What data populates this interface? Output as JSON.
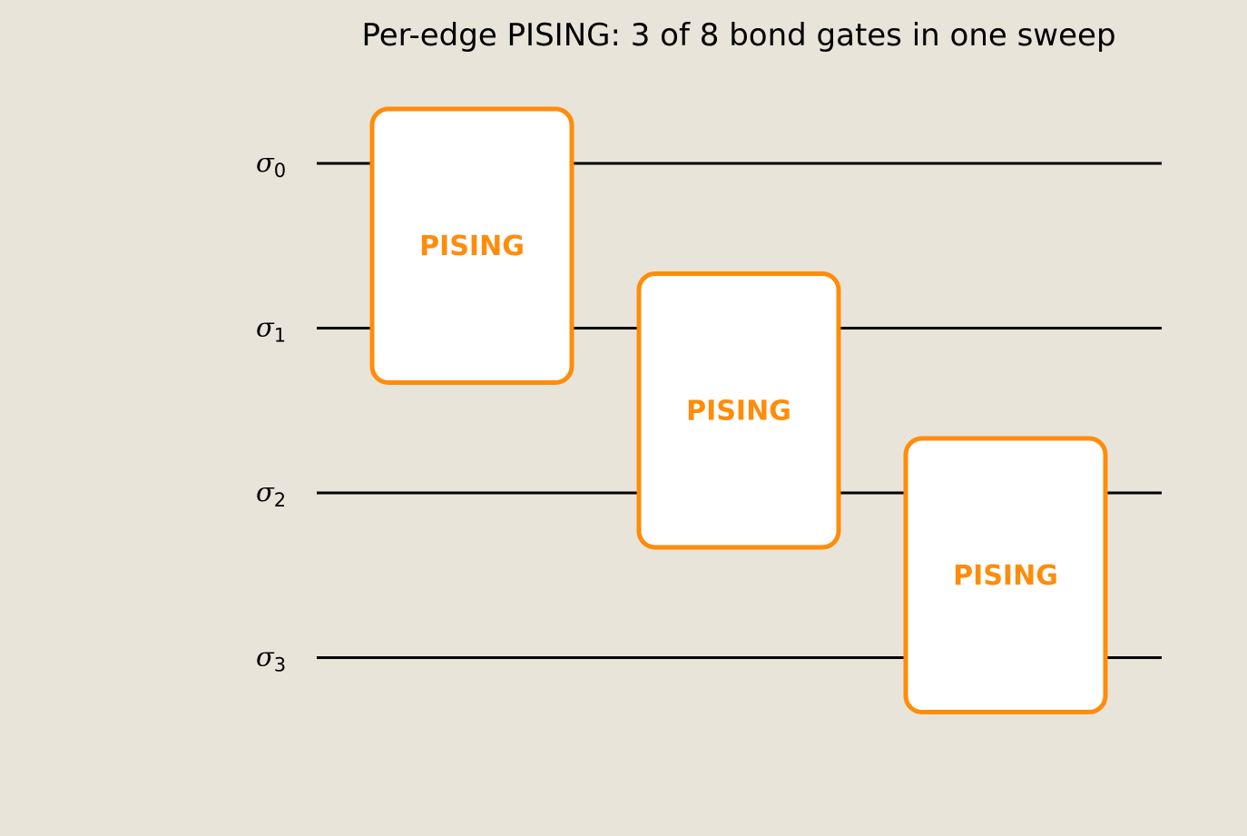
{
  "title": "Per-edge PISING: 3 of 8 bond gates in one sweep",
  "qubits": [
    {
      "symbol": "σ",
      "index": "0"
    },
    {
      "symbol": "σ",
      "index": "1"
    },
    {
      "symbol": "σ",
      "index": "2"
    },
    {
      "symbol": "σ",
      "index": "3"
    }
  ],
  "gates": [
    {
      "label": "PISING",
      "qubits": [
        0,
        1
      ]
    },
    {
      "label": "PISING",
      "qubits": [
        1,
        2
      ]
    },
    {
      "label": "PISING",
      "qubits": [
        2,
        3
      ]
    }
  ],
  "colors": {
    "background": "#e8e4da",
    "wire": "#000000",
    "gate_stroke": "#ff8c0a",
    "gate_fill": "#ffffff",
    "gate_text": "#ff8c0a"
  }
}
